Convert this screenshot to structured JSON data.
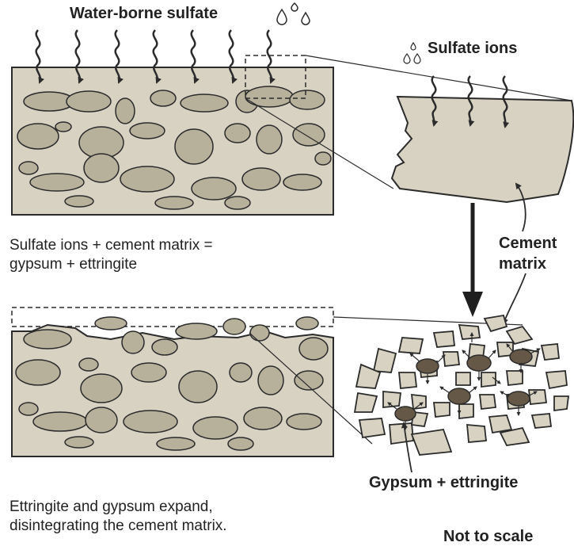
{
  "labels": {
    "water_borne_sulfate": "Water-borne sulfate",
    "sulfate_ions": "Sulfate ions",
    "cement_matrix_line1": "Cement",
    "cement_matrix_line2": "matrix",
    "reaction_line1": "Sulfate ions + cement matrix   =",
    "reaction_line2": "gypsum + ettringite",
    "gypsum_ettringite": "Gypsum + ettringite",
    "expansion_line1": "Ettringite and gypsum expand,",
    "expansion_line2": "disintegrating the cement matrix.",
    "scale_note": "Not to scale"
  },
  "colors": {
    "matrix_fill": "#d8d2c2",
    "aggregate_fill": "#b7b09b",
    "outline": "#2b2b2b",
    "crystal_fill": "#655846",
    "background": "#ffffff"
  }
}
